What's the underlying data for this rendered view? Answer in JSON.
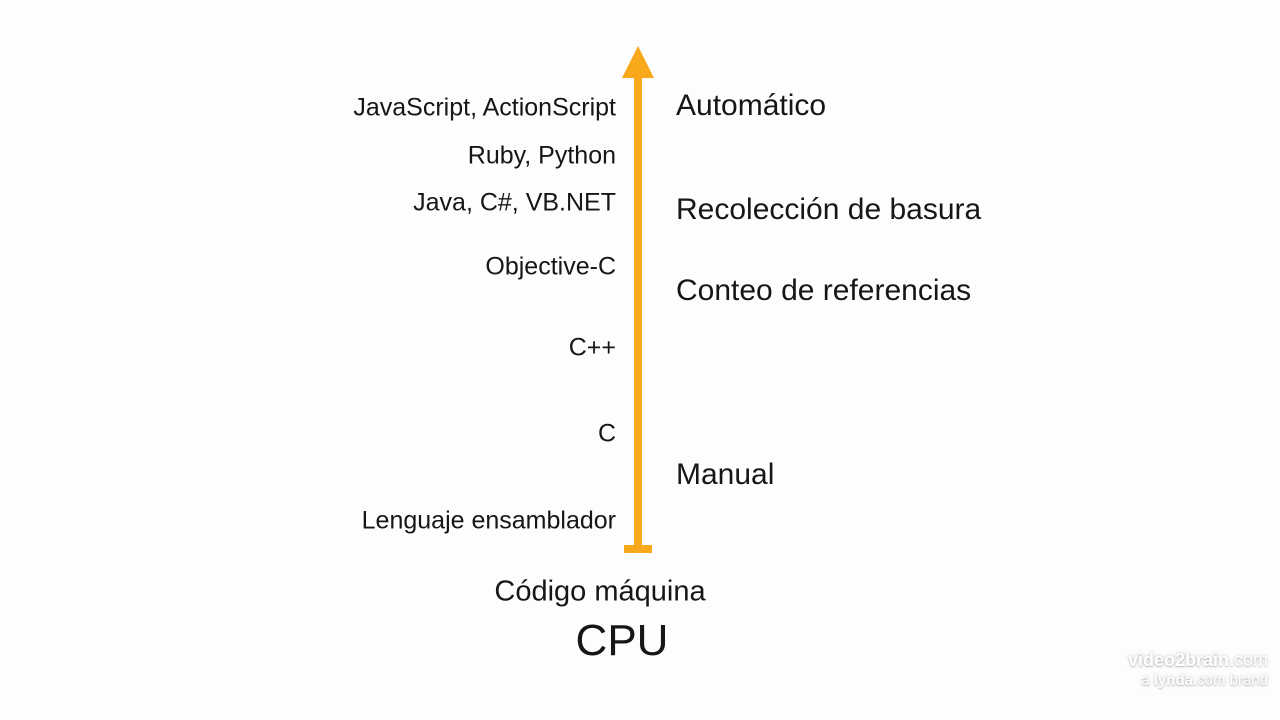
{
  "diagram": {
    "languages": [
      {
        "label": "JavaScript, ActionScript"
      },
      {
        "label": "Ruby, Python"
      },
      {
        "label": "Java, C#, VB.NET"
      },
      {
        "label": "Objective-C"
      },
      {
        "label": "C++"
      },
      {
        "label": "C"
      },
      {
        "label": "Lenguaje ensamblador"
      }
    ],
    "memory_models": [
      {
        "label": "Automático"
      },
      {
        "label": "Recolección de basura"
      },
      {
        "label": "Conteo de referencias"
      },
      {
        "label": "Manual"
      }
    ],
    "base": {
      "machine_code": "Código máquina",
      "cpu": "CPU"
    }
  },
  "watermark": {
    "line1_bold": "video2brain",
    "line1_rest": ".com",
    "line2_pre": "a ",
    "line2_bold": "lynda",
    "line2_rest": ".com brand"
  },
  "colors": {
    "arrow": "#F7A81B",
    "background": "#FDFDFD",
    "text": "#161616"
  }
}
